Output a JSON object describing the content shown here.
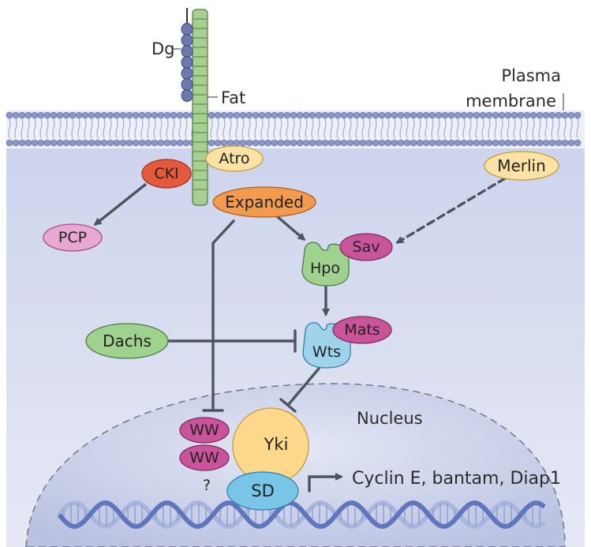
{
  "labels": {
    "dg": "Dg",
    "fat": "Fat",
    "plasma": "Plasma",
    "membrane": "membrane",
    "nucleus": "Nucleus",
    "question": "?",
    "genes": "Cyclin E, bantam, Diap1"
  },
  "nodes": {
    "atro": "Atro",
    "ckl": "CKI",
    "expanded": "Expanded",
    "merlin": "Merlin",
    "pcp": "PCP",
    "sav": "Sav",
    "hpo": "Hpo",
    "dachs": "Dachs",
    "mats": "Mats",
    "wts": "Wts",
    "yki": "Yki",
    "ww1": "WW",
    "ww2": "WW",
    "sd": "SD"
  },
  "colors": {
    "cytoplasm": "#d9def0",
    "nucleus": "#c4cbe6",
    "membrane_bead": "#8b96c9",
    "fat": "#a7cf90",
    "dg": "#6d78b3",
    "atro": "#fce3a5",
    "ckl": "#e55a3c",
    "expanded": "#f29b4f",
    "merlin": "#fce3a5",
    "pcp": "#e9a8d2",
    "sav": "#c9549a",
    "hpo": "#9fd18f",
    "dachs": "#9fd18f",
    "mats": "#c9549a",
    "wts": "#9fd3ec",
    "yki": "#fed88c",
    "ww": "#c9549a",
    "sd": "#78c5e8",
    "dna": "#5f76bd",
    "arrow": "#4a5560"
  }
}
